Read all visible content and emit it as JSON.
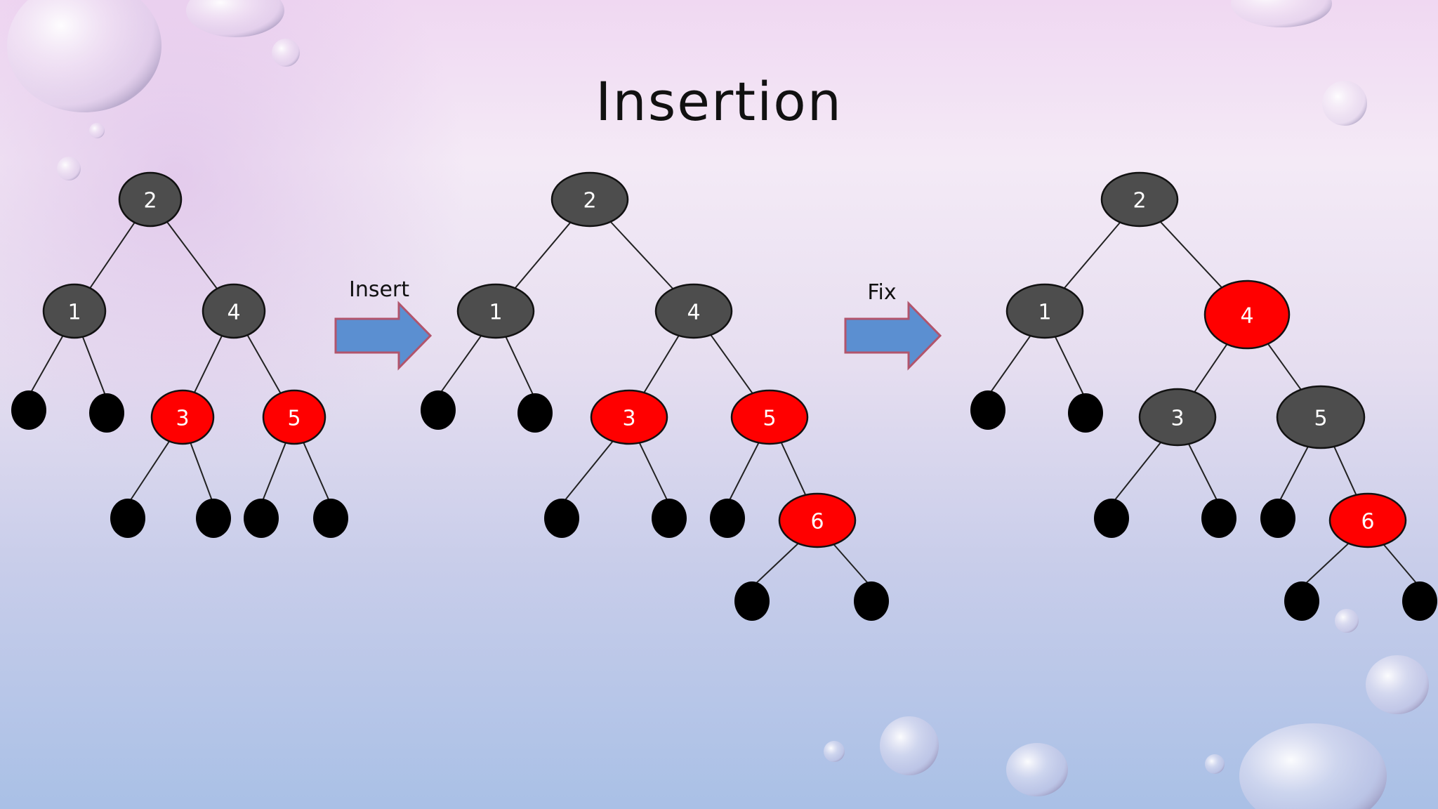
{
  "title": "Insertion",
  "colors": {
    "black_node": "#4d4d4d",
    "red_node": "#ff0000",
    "leaf": "#000000",
    "arrow_fill": "#5b8fd1",
    "arrow_stroke": "#b2546c"
  },
  "arrows": [
    {
      "label": "Insert",
      "icon": "right-arrow-icon"
    },
    {
      "label": "Fix",
      "icon": "right-arrow-icon"
    }
  ],
  "trees": [
    {
      "name": "before-insert",
      "nodes": [
        {
          "id": "a2",
          "label": "2",
          "color": "black"
        },
        {
          "id": "a1",
          "label": "1",
          "color": "black"
        },
        {
          "id": "a4",
          "label": "4",
          "color": "black"
        },
        {
          "id": "a3",
          "label": "3",
          "color": "red"
        },
        {
          "id": "a5",
          "label": "5",
          "color": "red"
        }
      ]
    },
    {
      "name": "after-insert",
      "nodes": [
        {
          "id": "b2",
          "label": "2",
          "color": "black"
        },
        {
          "id": "b1",
          "label": "1",
          "color": "black"
        },
        {
          "id": "b4",
          "label": "4",
          "color": "black"
        },
        {
          "id": "b3",
          "label": "3",
          "color": "red"
        },
        {
          "id": "b5",
          "label": "5",
          "color": "red"
        },
        {
          "id": "b6",
          "label": "6",
          "color": "red"
        }
      ]
    },
    {
      "name": "after-fix",
      "nodes": [
        {
          "id": "c2",
          "label": "2",
          "color": "black"
        },
        {
          "id": "c1",
          "label": "1",
          "color": "black"
        },
        {
          "id": "c4",
          "label": "4",
          "color": "red"
        },
        {
          "id": "c3",
          "label": "3",
          "color": "black"
        },
        {
          "id": "c5",
          "label": "5",
          "color": "black"
        },
        {
          "id": "c6",
          "label": "6",
          "color": "red"
        }
      ]
    }
  ]
}
